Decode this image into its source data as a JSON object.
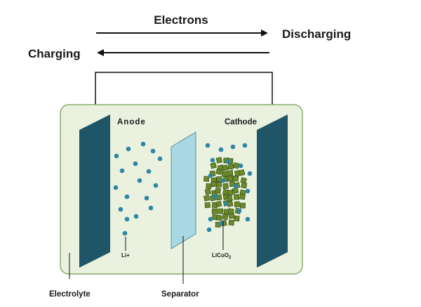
{
  "header": {
    "electrons": "Electrons",
    "discharging": "Discharging",
    "charging": "Charging"
  },
  "cell": {
    "anode": "Anode",
    "cathode": "Cathode",
    "li_ion": "Li+",
    "cathode_material_base": "LiCoO",
    "cathode_material_sub": "2",
    "electrolyte": "Electrolyte",
    "separator": "Separator"
  },
  "colors": {
    "electrolyte_fill": "#eaf1df",
    "electrolyte_border": "#8aab6a",
    "electrode": "#1f5566",
    "separator": "#a9d8e4",
    "ion": "#2e86a6",
    "crystal": "#6a8a2a",
    "crystal_border": "#3d5418"
  }
}
